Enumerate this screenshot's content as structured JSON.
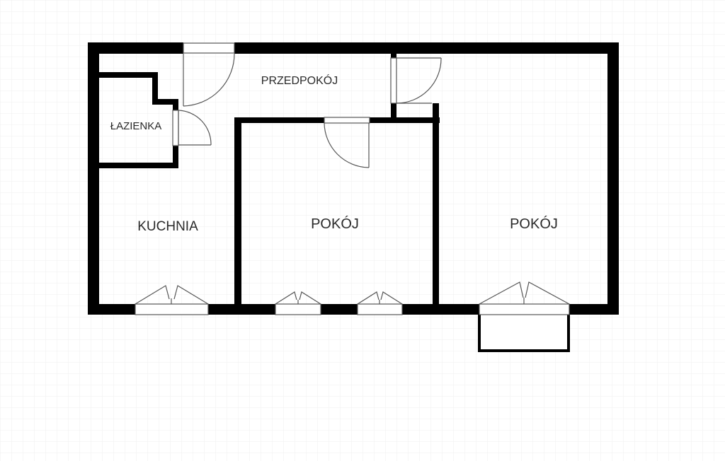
{
  "plan": {
    "grid_color": "#eeeeee",
    "wall_color": "#000000",
    "rooms": {
      "hallway": "PRZEDPOKÓJ",
      "bathroom": "ŁAZIENKA",
      "kitchen": "KUCHNIA",
      "room_middle": "POKÓJ",
      "room_right": "POKÓJ"
    }
  }
}
